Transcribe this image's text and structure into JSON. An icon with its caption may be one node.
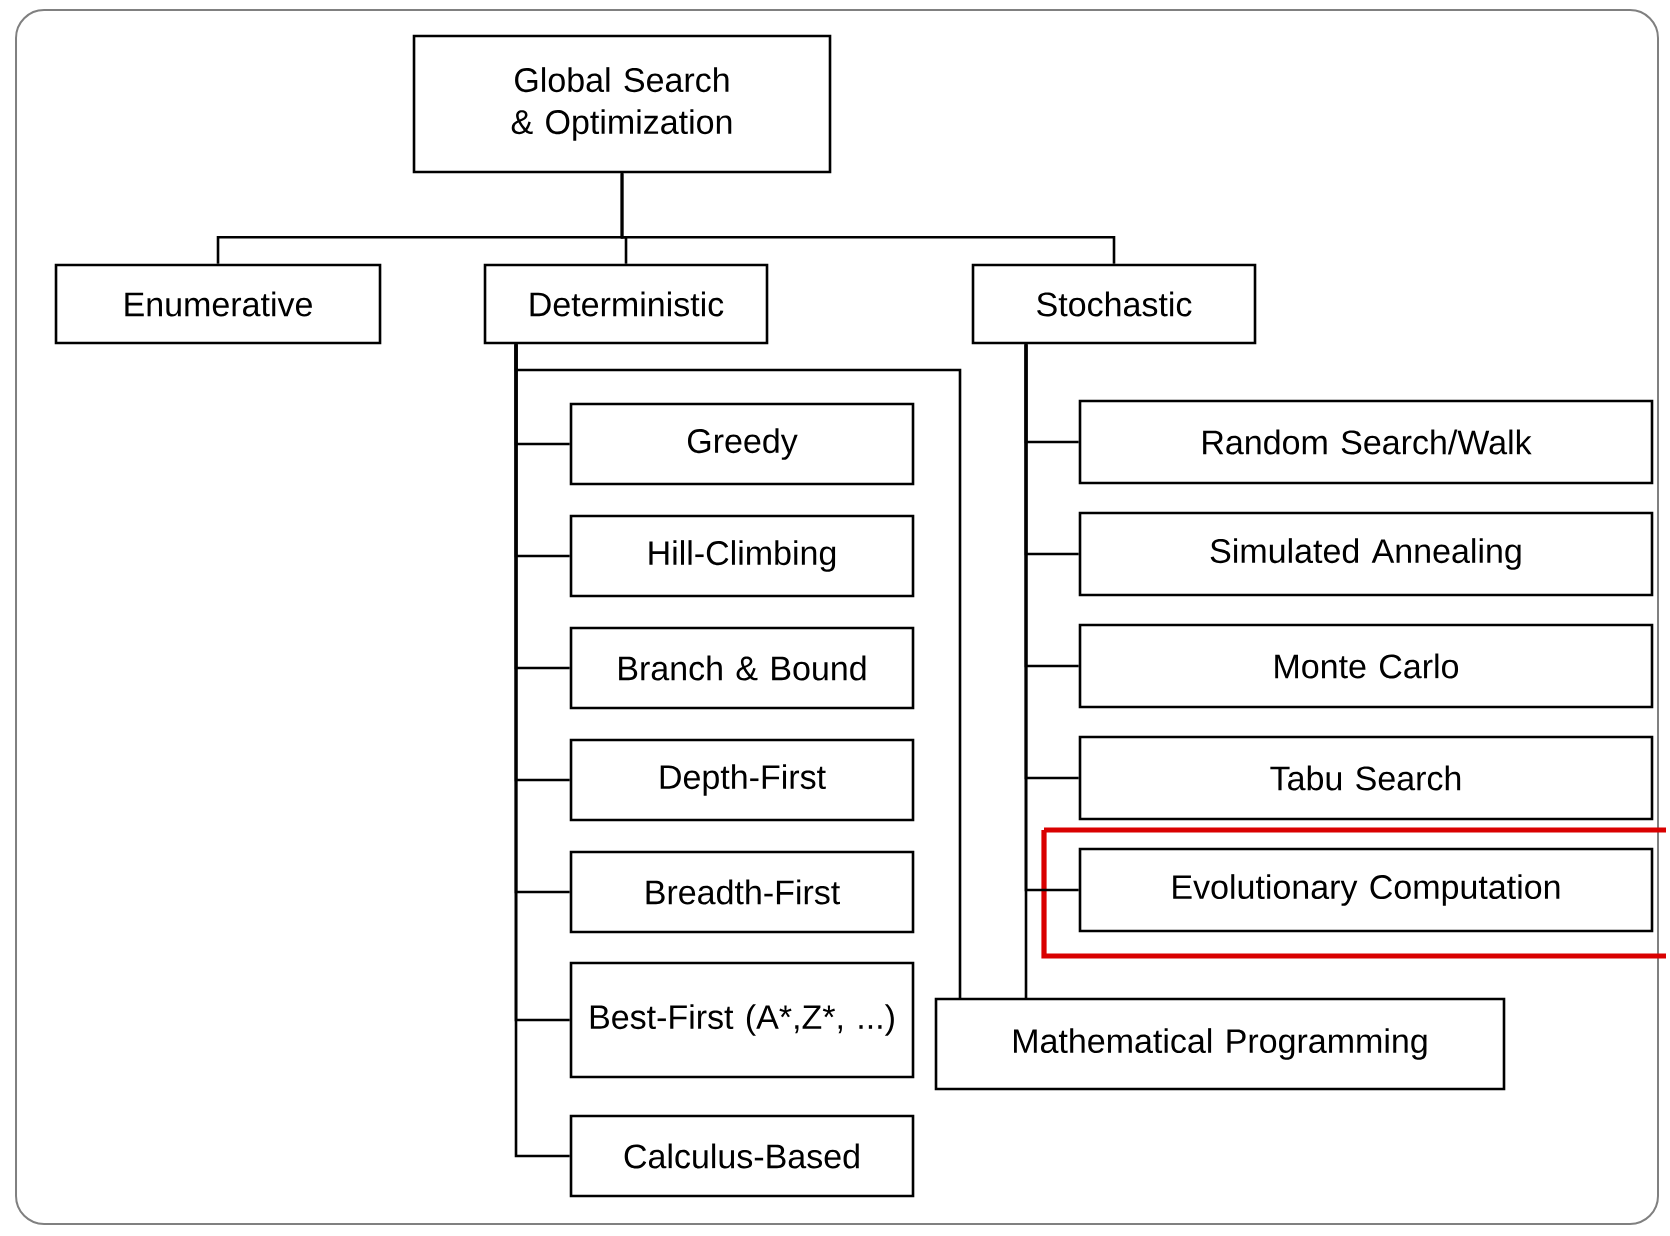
{
  "diagram": {
    "nodes": [
      {
        "text": [
          "Global Search & Optimization"
        ]
      },
      {
        "text": [
          "Enumerative"
        ]
      },
      {
        "text": [
          "Deterministic"
        ]
      },
      {
        "text": [
          "Stochastic"
        ]
      },
      {
        "text": [
          "Greedy"
        ]
      },
      {
        "text": [
          "Hill-Climbing"
        ]
      },
      {
        "text": [
          "Branch & Bound"
        ]
      },
      {
        "text": [
          "Depth-First"
        ]
      },
      {
        "text": [
          "Breadth-First"
        ]
      },
      {
        "text": [
          "Best-First (A*,Z*, ...)"
        ]
      },
      {
        "text": [
          "Calculus-Based"
        ]
      },
      {
        "text": [
          "Random Search/Walk"
        ]
      },
      {
        "text": [
          "Simulated Annealing"
        ]
      },
      {
        "text": [
          "Monte Carlo"
        ]
      },
      {
        "text": [
          "Tabu Search"
        ]
      },
      {
        "text": [
          "Evolutionary Computation"
        ]
      },
      {
        "text": [
          "Mathematical Programming"
        ]
      }
    ],
    "edges": [
      {
        "from": 0,
        "to": 1,
        "arrow": "none"
      },
      {
        "from": 0,
        "to": 2,
        "arrow": "none"
      },
      {
        "from": 0,
        "to": 3,
        "arrow": "none"
      },
      {
        "from": 2,
        "to": 4,
        "arrow": "none"
      },
      {
        "from": 2,
        "to": 5,
        "arrow": "none"
      },
      {
        "from": 2,
        "to": 6,
        "arrow": "none"
      },
      {
        "from": 2,
        "to": 7,
        "arrow": "none"
      },
      {
        "from": 2,
        "to": 8,
        "arrow": "none"
      },
      {
        "from": 2,
        "to": 9,
        "arrow": "none"
      },
      {
        "from": 2,
        "to": 10,
        "arrow": "none"
      },
      {
        "from": 2,
        "to": 16,
        "arrow": "none"
      },
      {
        "from": 3,
        "to": 11,
        "arrow": "none"
      },
      {
        "from": 3,
        "to": 12,
        "arrow": "none"
      },
      {
        "from": 3,
        "to": 13,
        "arrow": "none"
      },
      {
        "from": 3,
        "to": 14,
        "arrow": "none"
      },
      {
        "from": 3,
        "to": 15,
        "arrow": "none"
      },
      {
        "from": 3,
        "to": 16,
        "arrow": "none"
      }
    ]
  }
}
